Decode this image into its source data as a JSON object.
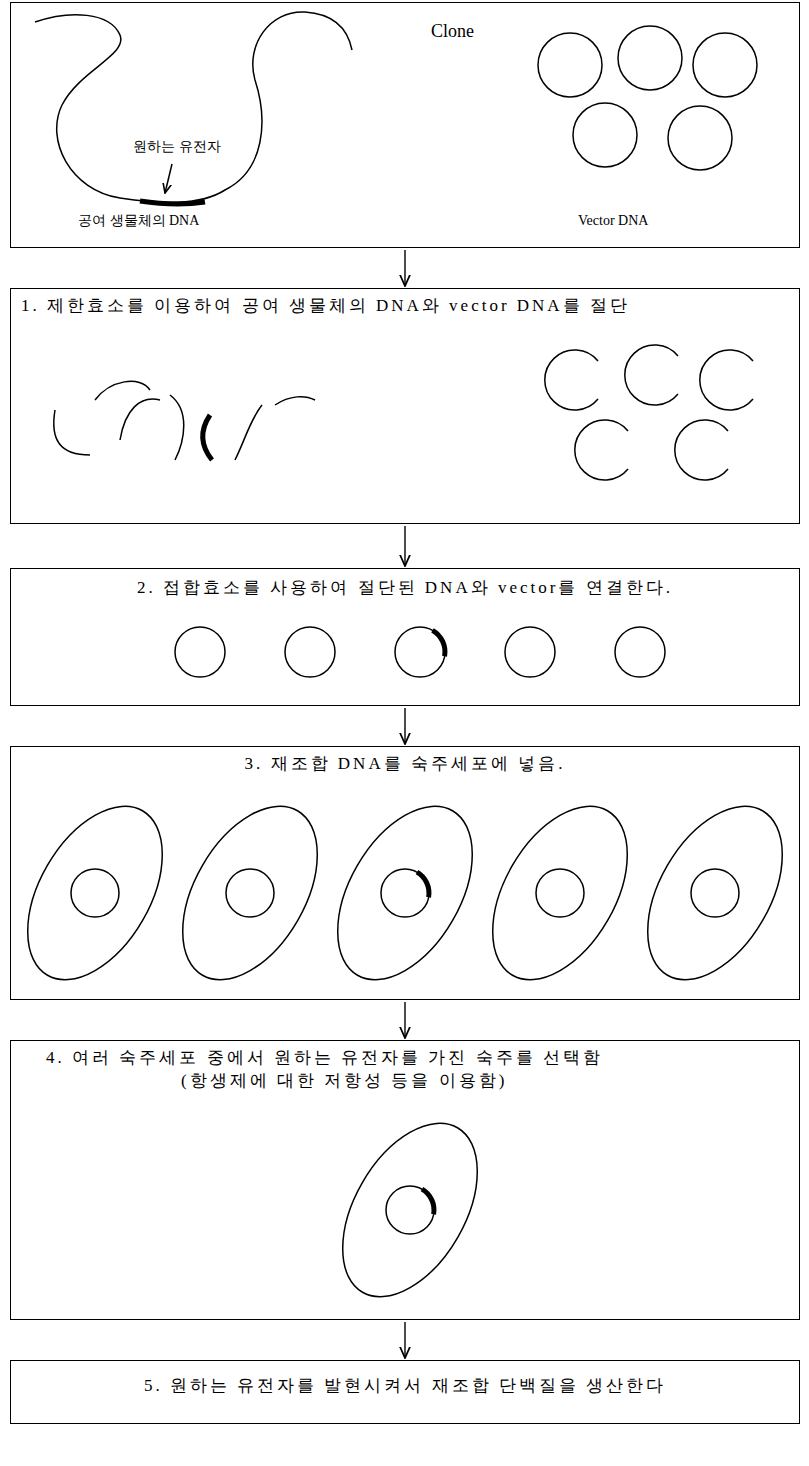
{
  "diagram": {
    "nodes": [
      {
        "text": [
          "Clone"
        ]
      },
      {
        "text": [
          "1. 제한효소를 이용하여 공여 생물체의 DNA와 vector DNA를 절단"
        ]
      },
      {
        "text": [
          "2. 접합효소를 사용하여 절단된 DNA와 vector를 연결한다."
        ]
      },
      {
        "text": [
          "3. 재조합 DNA를 숙주세포에 넣음."
        ]
      },
      {
        "text": [
          "4. 여러 숙주세포 중에서 원하는 유전자를 가진 숙주를 선택함",
          "(항생제에 대한 저항성 등을 이용함)"
        ]
      },
      {
        "text": [
          "5. 원하는 유전자를 발현시켜서 재조합 단백질을 생산한다"
        ]
      }
    ],
    "edges": [
      {
        "from": 0,
        "to": 1,
        "arrow": "to"
      },
      {
        "from": 1,
        "to": 2,
        "arrow": "to"
      },
      {
        "from": 2,
        "to": 3,
        "arrow": "to"
      },
      {
        "from": 3,
        "to": 4,
        "arrow": "to"
      },
      {
        "from": 4,
        "to": 5,
        "arrow": "to"
      }
    ],
    "labels": [
      "원하는 유전자",
      "공여 생물체의 DNA",
      "Vector DNA"
    ]
  }
}
